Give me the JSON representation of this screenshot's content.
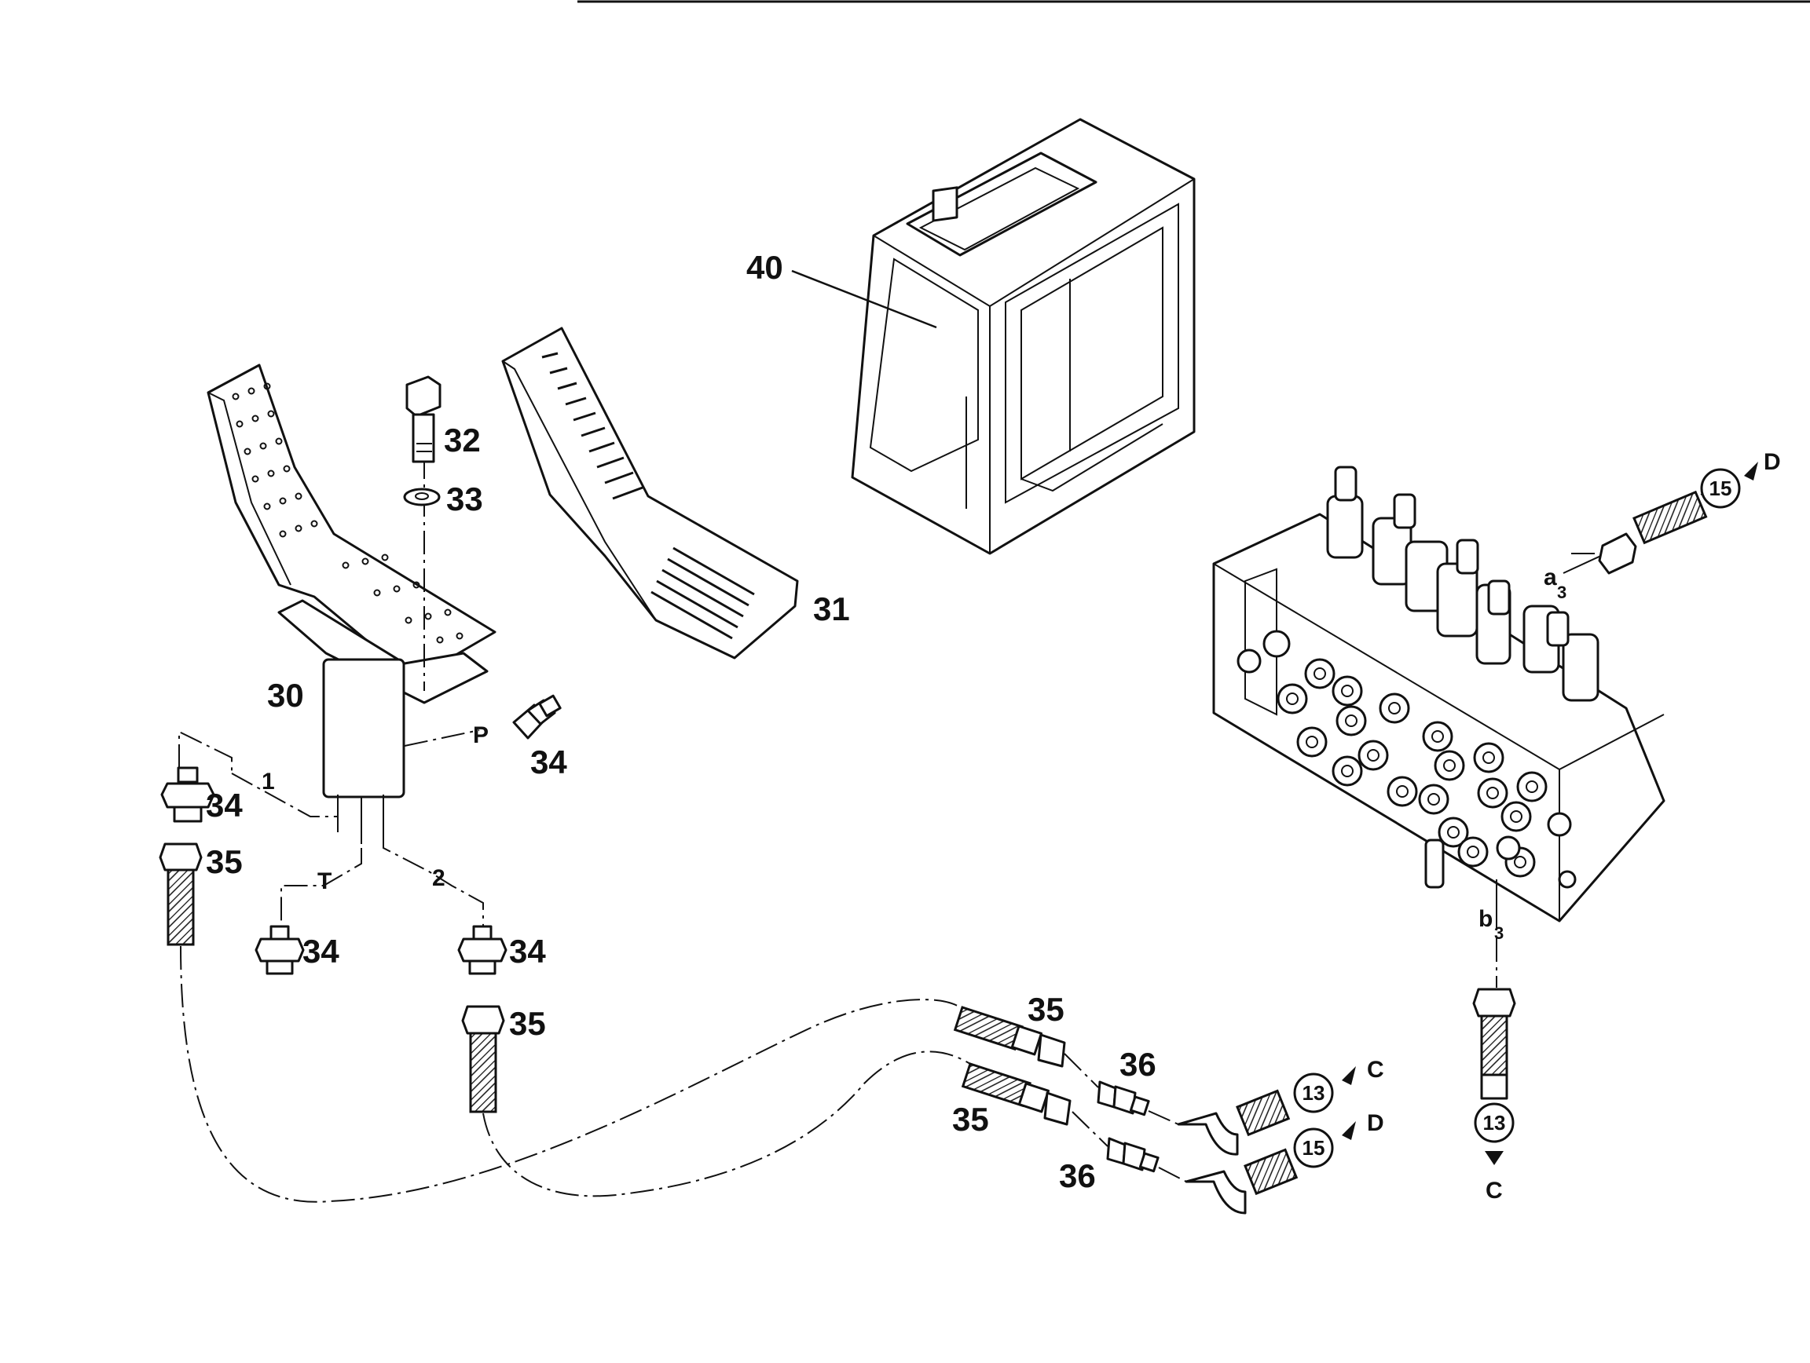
{
  "parts": {
    "p30": "30",
    "p31": "31",
    "p32": "32",
    "p33": "33",
    "p34": "34",
    "p35": "35",
    "p36": "36",
    "p40": "40"
  },
  "ports": {
    "p": "P",
    "t": "T",
    "one": "1",
    "two": "2",
    "a": "a",
    "a_sub": "3",
    "b": "b",
    "b_sub": "3"
  },
  "refs": {
    "r13": "13",
    "r15": "15",
    "c": "C",
    "d": "D"
  }
}
